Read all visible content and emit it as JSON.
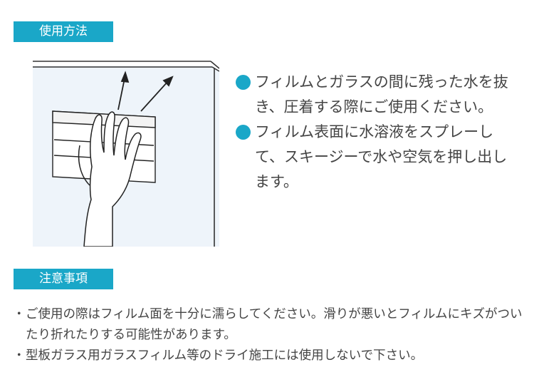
{
  "section_usage": {
    "label": "使用方法"
  },
  "usage_items": [
    "フィルムとガラスの間に残った水を抜き、圧着する際にご使用ください。",
    "フィルム表面に水溶液をスプレーして、スキージーで水や空気を押し出します。"
  ],
  "section_caution": {
    "label": "注意事項"
  },
  "caution_items": [
    "ご使用の際はフィルム面を十分に濡らしてください。滑りが悪いとフィルムにキズがついたり折れたりする可能性があります。",
    "型板ガラス用ガラスフィルム等のドライ施工には使用しないで下さい。"
  ],
  "caution_bullet": "・",
  "colors": {
    "accent": "#1aa7c8",
    "text": "#444444",
    "pane": "#eef4fa"
  },
  "icons": {
    "bullet": "filled-circle",
    "illustration": "hand-squeegee-on-glass"
  }
}
